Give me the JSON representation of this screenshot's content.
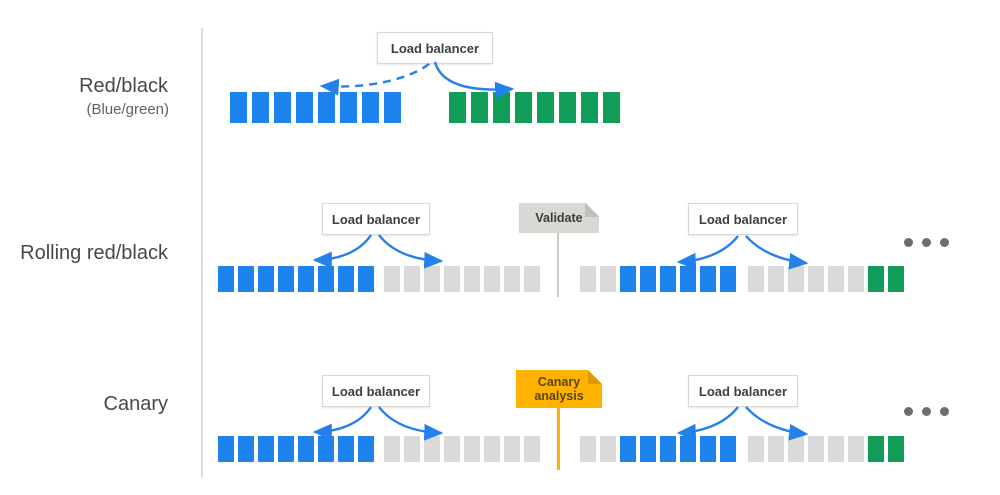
{
  "labels": {
    "load_balancer": "Load balancer",
    "rows": [
      {
        "label": "Red/black",
        "sublabel": "(Blue/green)"
      },
      {
        "label": "Rolling red/black"
      },
      {
        "label": "Canary"
      }
    ]
  },
  "flags": {
    "validate": "Validate",
    "canary_line1": "Canary",
    "canary_line2": "analysis"
  },
  "colors": {
    "blue": "#1e82ec",
    "green": "#0f9d58",
    "gray": "#dadada",
    "orange": "#ffb300",
    "canary_fold": "#e09a00",
    "flag_gray": "#d8d8d4",
    "flag_gray_fold": "#bfbfbb",
    "pole_gray": "#c9c9c7",
    "arrow": "#2580ec",
    "divider": "#dcdcdc",
    "dots": "#6d6d6d"
  },
  "clusters": {
    "row1_blue": [
      "blue",
      "blue",
      "blue",
      "blue",
      "blue",
      "blue",
      "blue",
      "blue"
    ],
    "row1_green": [
      "green",
      "green",
      "green",
      "green",
      "green",
      "green",
      "green",
      "green"
    ],
    "row2_a": [
      "blue",
      "blue",
      "blue",
      "blue",
      "blue",
      "blue",
      "blue",
      "blue"
    ],
    "row2_b": [
      "gray",
      "gray",
      "gray",
      "gray",
      "gray",
      "gray",
      "gray",
      "gray"
    ],
    "row2_c": [
      "gray",
      "gray",
      "blue",
      "blue",
      "blue",
      "blue",
      "blue",
      "blue"
    ],
    "row2_d": [
      "gray",
      "gray",
      "gray",
      "gray",
      "gray",
      "gray",
      "green",
      "green"
    ],
    "row3_a": [
      "blue",
      "blue",
      "blue",
      "blue",
      "blue",
      "blue",
      "blue",
      "blue"
    ],
    "row3_b": [
      "gray",
      "gray",
      "gray",
      "gray",
      "gray",
      "gray",
      "gray",
      "gray"
    ],
    "row3_c": [
      "gray",
      "gray",
      "blue",
      "blue",
      "blue",
      "blue",
      "blue",
      "blue"
    ],
    "row3_d": [
      "gray",
      "gray",
      "gray",
      "gray",
      "gray",
      "gray",
      "green",
      "green"
    ]
  }
}
